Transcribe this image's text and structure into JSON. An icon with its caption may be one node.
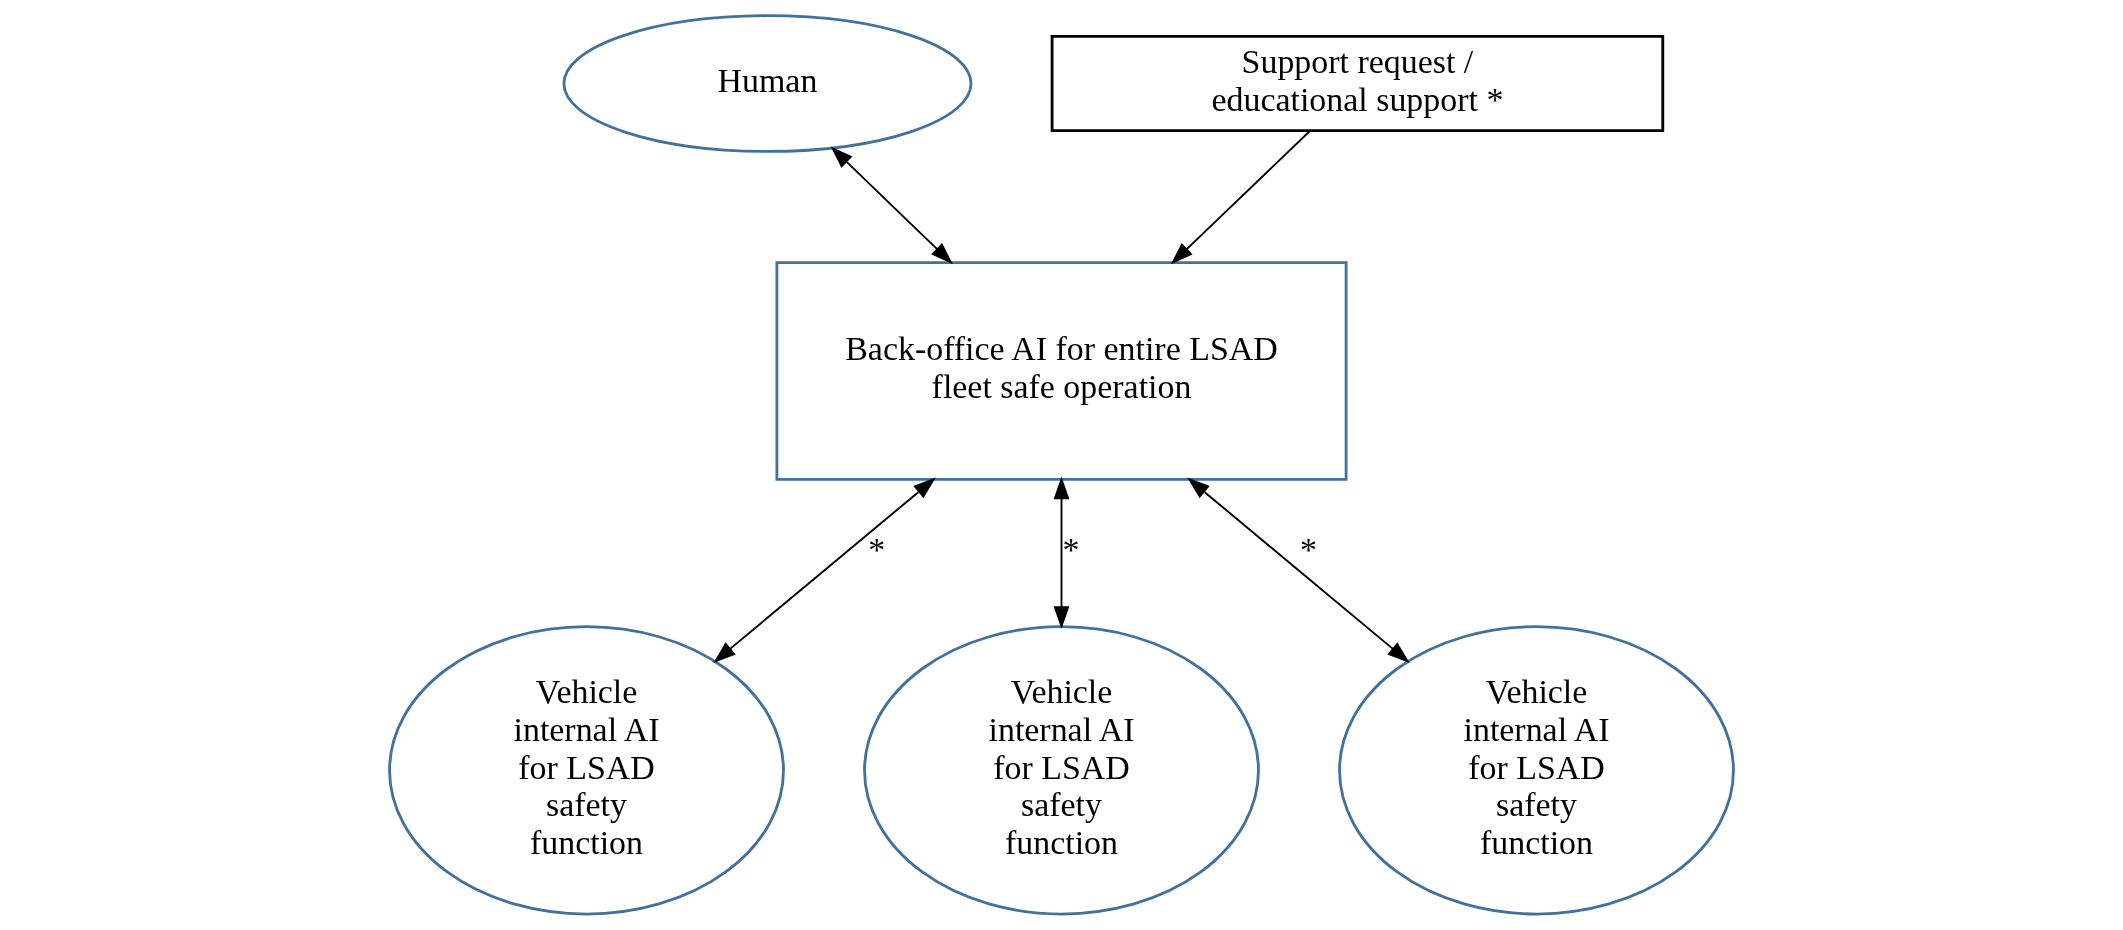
{
  "diagram": {
    "nodes": [
      {
        "text": [
          "Human"
        ]
      },
      {
        "text": [
          "Support request / educational support *"
        ]
      },
      {
        "text": [
          "Back-office AI for entire LSAD fleet safe operation"
        ]
      },
      {
        "text": [
          "Vehicle internal AI for LSAD safety function"
        ]
      },
      {
        "text": [
          "Vehicle internal AI for LSAD safety function"
        ]
      },
      {
        "text": [
          "Vehicle internal AI for LSAD safety function"
        ]
      }
    ],
    "edges": [
      {
        "from": 0,
        "to": 2,
        "arrow": "both"
      },
      {
        "from": 1,
        "to": 2,
        "arrow": "to"
      },
      {
        "from": 2,
        "to": 3,
        "arrow": "both",
        "label": "*"
      },
      {
        "from": 2,
        "to": 4,
        "arrow": "both",
        "label": "*"
      },
      {
        "from": 2,
        "to": 5,
        "arrow": "both",
        "label": "*"
      }
    ]
  }
}
